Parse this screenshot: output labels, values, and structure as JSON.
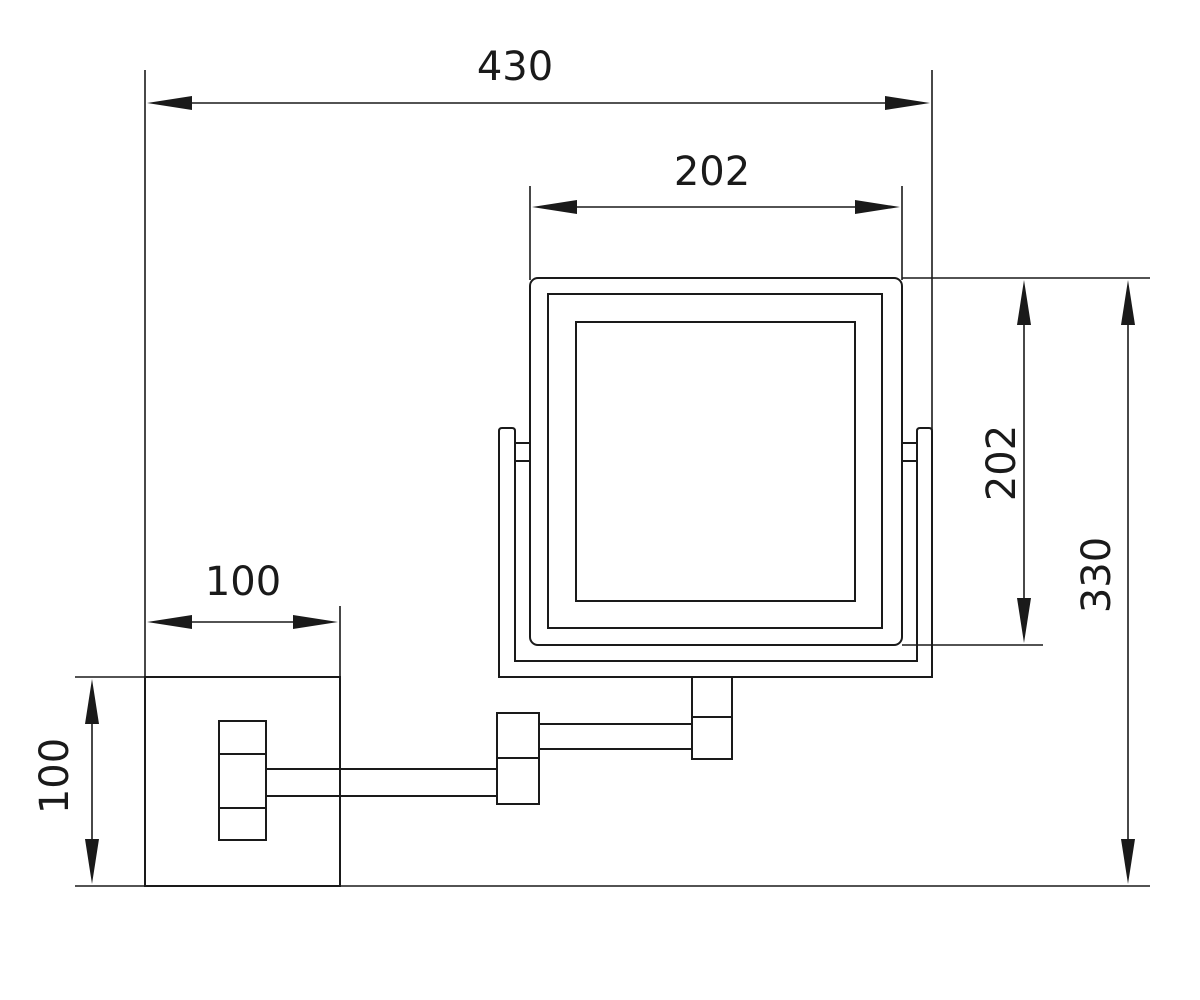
{
  "dimensions": {
    "overall_width": "430",
    "mirror_width": "202",
    "mirror_height": "202",
    "overall_height": "330",
    "base_width": "100",
    "base_height": "100"
  },
  "colors": {
    "line": "#1a1a1a",
    "background": "#ffffff"
  }
}
